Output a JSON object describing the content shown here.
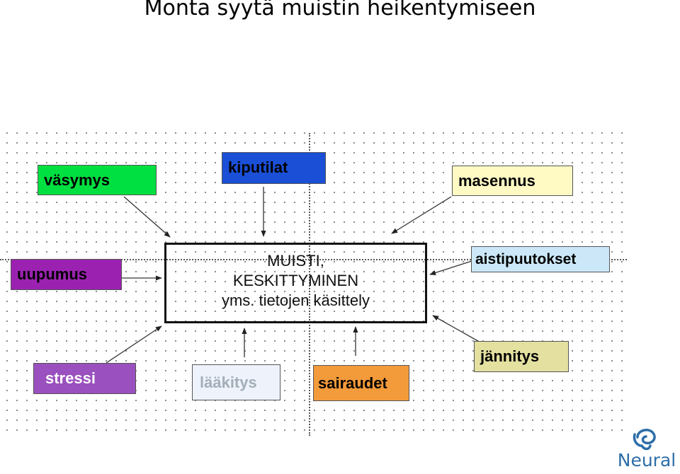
{
  "title": "Monta syytä muistin heikentymiseen",
  "center": {
    "line1": "MUISTI,",
    "line2": "KESKITTYMINEN",
    "line3": "yms. tietojen käsittely"
  },
  "factors": {
    "vasymys": {
      "label": "väsymys",
      "bg": "#00e040",
      "color": "#000000"
    },
    "kiputilat": {
      "label": "kiputilat",
      "bg": "#1a4fd6",
      "color": "#000000"
    },
    "masennus": {
      "label": "masennus",
      "bg": "#fff9c4",
      "color": "#000000"
    },
    "uupumus": {
      "label": "uupumus",
      "bg": "#9b22b0",
      "color": "#000000"
    },
    "aistipuutokset": {
      "label": "aistipuutokset",
      "bg": "#cce8f8",
      "color": "#000000"
    },
    "stressi": {
      "label": "stressi",
      "bg": "#9a50be",
      "color": "#ffffff"
    },
    "laakitys": {
      "label": "lääkitys",
      "bg": "#eef2fb",
      "color": "#a4aeb8"
    },
    "sairaudet": {
      "label": "sairaudet",
      "bg": "#f39a3a",
      "color": "#000000"
    },
    "jannitys": {
      "label": "jännitys",
      "bg": "#e4e0a0",
      "color": "#000000"
    }
  },
  "logo": {
    "text": "Neural",
    "color": "#2d6ea8"
  }
}
